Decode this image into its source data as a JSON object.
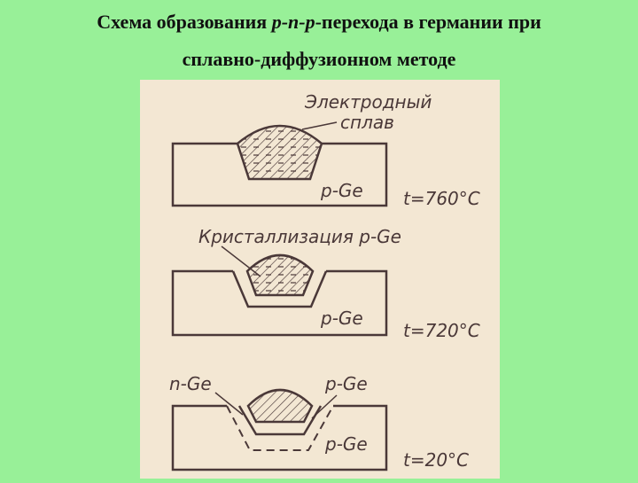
{
  "title": {
    "line1_prefix": "Схема образования ",
    "line1_junction": "p-n-p",
    "line1_suffix": "-перехода в германии при",
    "line2": "сплавно-диффузионном методе"
  },
  "figure": {
    "stage1": {
      "label_alloy_line1": "Электродный",
      "label_alloy_line2": "сплав",
      "label_region": "p-Ge",
      "label_temp": "t=760°C"
    },
    "stage2": {
      "label_crystallization": "Кристаллизация p-Ge",
      "label_region": "p-Ge",
      "label_temp": "t=720°C"
    },
    "stage3": {
      "label_n": "n-Ge",
      "label_p_top": "p-Ge",
      "label_p_bottom": "p-Ge",
      "label_temp": "t=20°C"
    }
  },
  "colors": {
    "background": "#98f098",
    "paper": "#f3e7d3",
    "ink": "#4a3838"
  }
}
